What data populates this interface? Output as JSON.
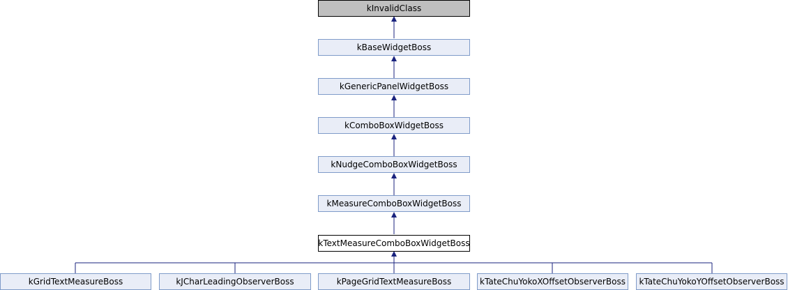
{
  "nodes": {
    "n0": "kInvalidClass",
    "n1": "kBaseWidgetBoss",
    "n2": "kGenericPanelWidgetBoss",
    "n3": "kComboBoxWidgetBoss",
    "n4": "kNudgeComboBoxWidgetBoss",
    "n5": "kMeasureComboBoxWidgetBoss",
    "n6": "kTextMeasureComboBoxWidgetBoss",
    "c0": "kGridTextMeasureBoss",
    "c1": "kJCharLeadingObserverBoss",
    "c2": "kPageGridTextMeasureBoss",
    "c3": "kTateChuYokoXOffsetObserverBoss",
    "c4": "kTateChuYokoYOffsetObserverBoss"
  },
  "colors": {
    "node_fill": "#e9edf7",
    "node_border": "#7f9bc9",
    "root_fill": "#bfbfbf",
    "current_fill": "#ffffff",
    "edge": "#1a237e"
  }
}
